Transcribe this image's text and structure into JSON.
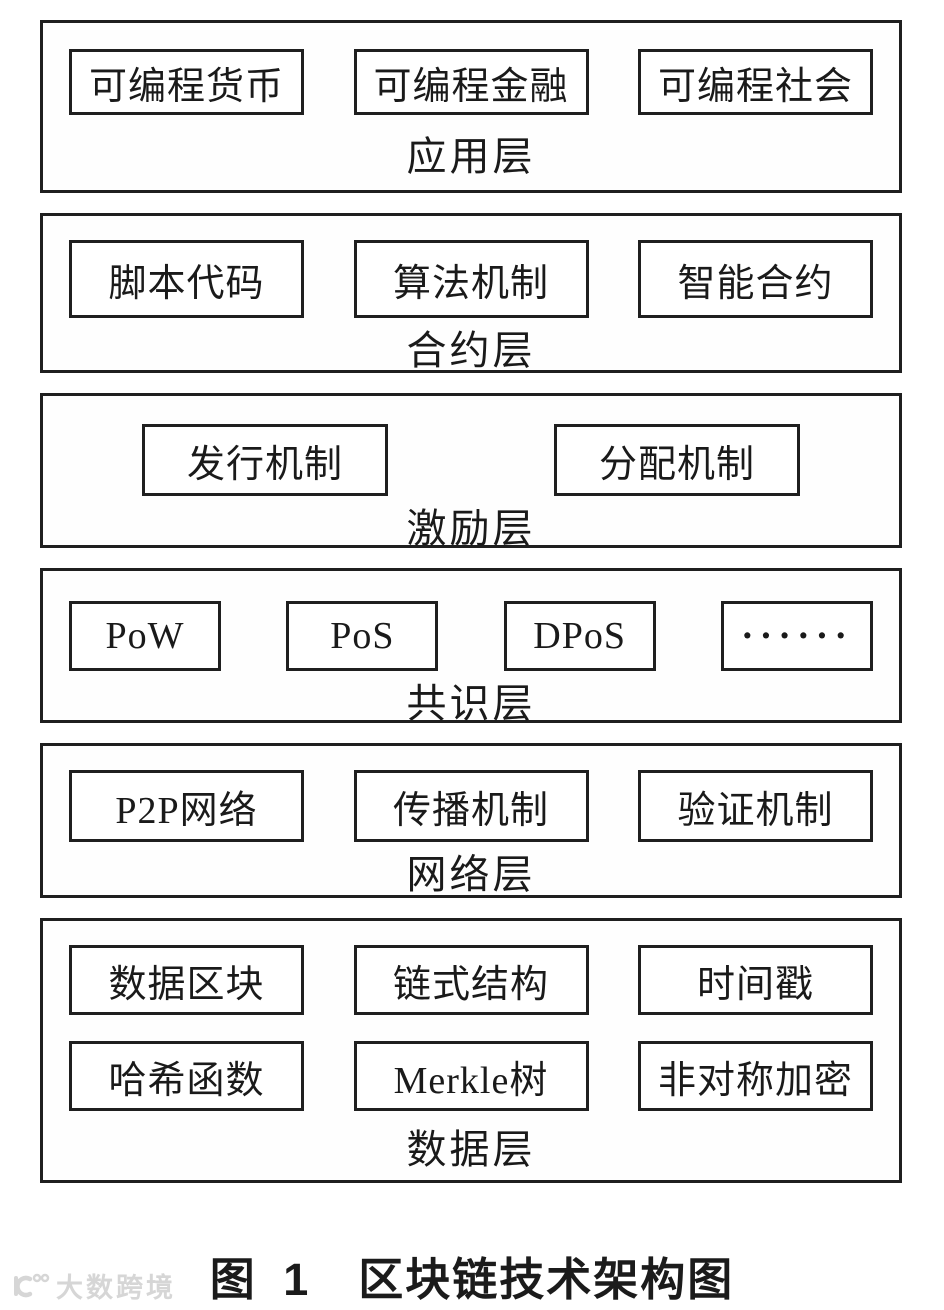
{
  "colors": {
    "border": "#1f1f1f",
    "text": "#1a1a1a",
    "watermark": "#d6d6d6",
    "background": "#ffffff"
  },
  "diagram": {
    "layers": [
      {
        "id": "application",
        "name": "应用层",
        "boxes": [
          "可编程货币",
          "可编程金融",
          "可编程社会"
        ]
      },
      {
        "id": "contract",
        "name": "合约层",
        "boxes": [
          "脚本代码",
          "算法机制",
          "智能合约"
        ]
      },
      {
        "id": "incentive",
        "name": "激励层",
        "boxes": [
          "发行机制",
          "分配机制"
        ]
      },
      {
        "id": "consensus",
        "name": "共识层",
        "boxes": [
          "PoW",
          "PoS",
          "DPoS",
          "······"
        ]
      },
      {
        "id": "network",
        "name": "网络层",
        "boxes": [
          "P2P网络",
          "传播机制",
          "验证机制"
        ]
      },
      {
        "id": "data",
        "name": "数据层",
        "rows": [
          [
            "数据区块",
            "链式结构",
            "时间戳"
          ],
          [
            "哈希函数",
            "Merkle树",
            "非对称加密"
          ]
        ]
      }
    ]
  },
  "caption": {
    "figure_label": "图 1",
    "title": "区块链技术架构图"
  },
  "watermark": {
    "text": "大数跨境",
    "logo": "dashu-kuajing-logo"
  }
}
